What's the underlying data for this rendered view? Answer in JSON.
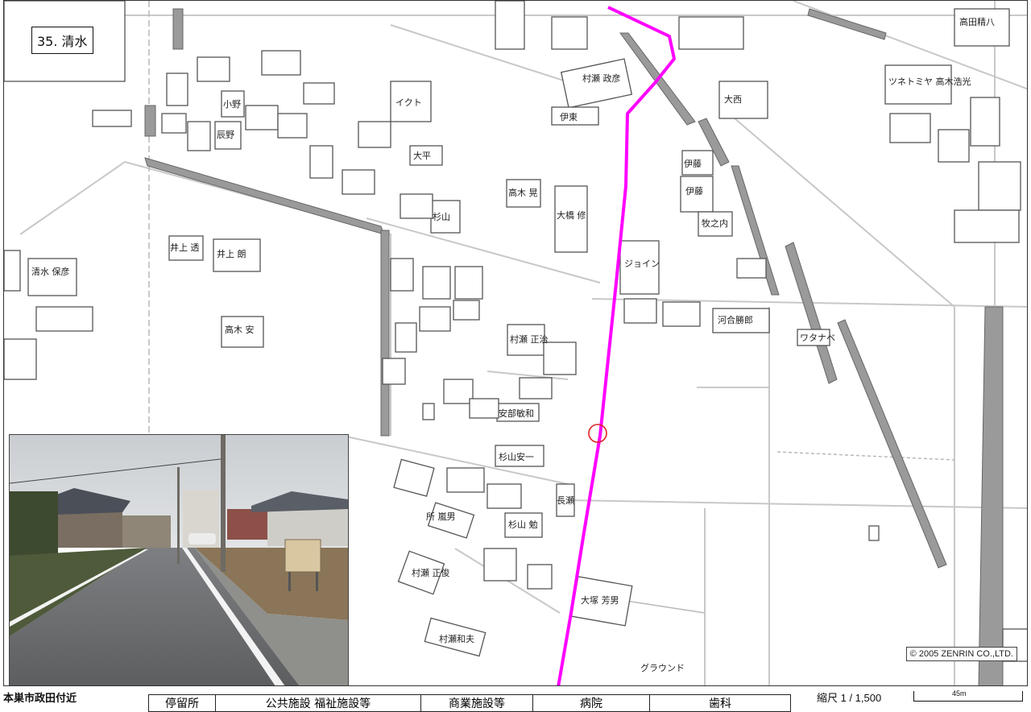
{
  "map": {
    "location_label": "35. 清水",
    "copyright": "© 2005 ZENRIN CO.,LTD.",
    "place_name": "本巣市政田付近",
    "scale_text": "縮尺 1 / 1,500",
    "scale_distance": "45m",
    "route_color": "#ff00ff",
    "marker_color": "#e02020",
    "buildings": [
      {
        "label": "村瀬 政彦"
      },
      {
        "label": "伊東"
      },
      {
        "label": "大橋 修"
      },
      {
        "label": "井上 透"
      },
      {
        "label": "井上 朗"
      },
      {
        "label": "清水 保彦"
      },
      {
        "label": "高木 安"
      },
      {
        "label": "ジョイン"
      },
      {
        "label": "伊藤"
      },
      {
        "label": "河合勝郎"
      },
      {
        "label": "村瀬 正治"
      },
      {
        "label": "安部敏和"
      },
      {
        "label": "杉山安一"
      },
      {
        "label": "所 嵐男"
      },
      {
        "label": "杉山 勉"
      },
      {
        "label": "村瀬 正俊"
      },
      {
        "label": "大塚 芳男"
      },
      {
        "label": "村瀬和夫"
      },
      {
        "label": "グラウンド"
      },
      {
        "label": "ツネトミヤ 高木浩光"
      },
      {
        "label": "高田精八"
      },
      {
        "label": "ワタナベ"
      },
      {
        "label": "大平"
      },
      {
        "label": "大西"
      },
      {
        "label": "伊藤"
      },
      {
        "label": "杉山"
      },
      {
        "label": "長瀬"
      },
      {
        "label": "イクト"
      },
      {
        "label": "小野"
      },
      {
        "label": "辰野"
      },
      {
        "label": "牧之内"
      },
      {
        "label": "高木 晃"
      }
    ]
  },
  "legend": {
    "items": [
      "停留所",
      "公共施設 福祉施設等",
      "商業施設等",
      "病院",
      "歯科"
    ]
  }
}
